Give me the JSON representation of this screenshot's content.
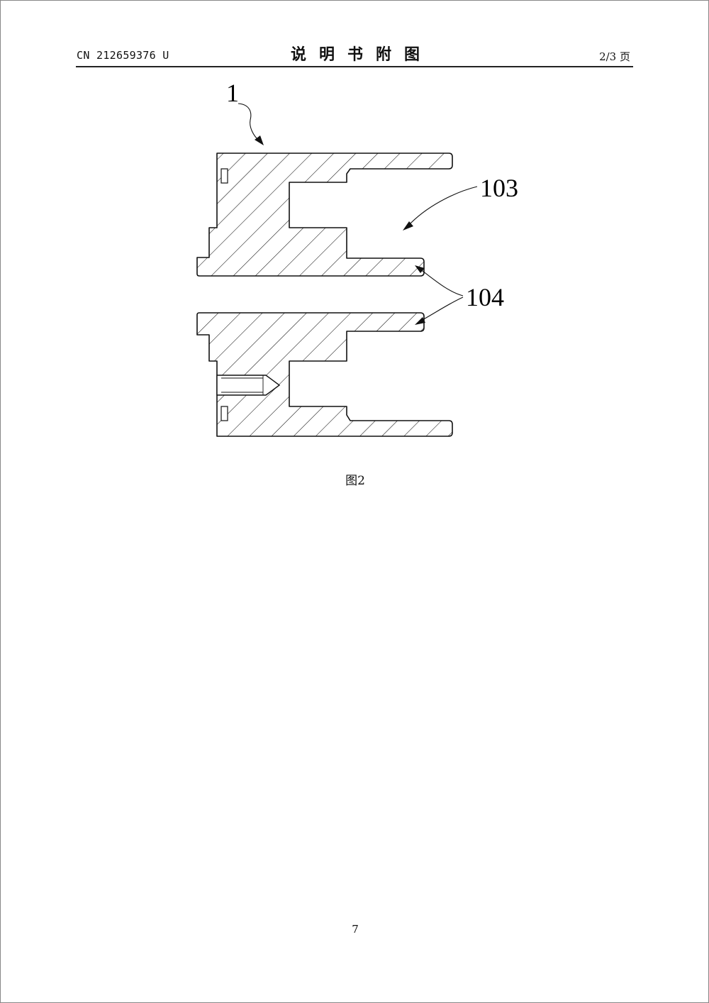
{
  "header": {
    "patent_number": "CN 212659376 U",
    "section_title": "说明书附图",
    "page_indicator": "2/3 页"
  },
  "figure": {
    "labels": {
      "part_1": "1",
      "part_103": "103",
      "part_104": "104"
    },
    "caption": "图2"
  },
  "footer": {
    "page_number": "7"
  }
}
